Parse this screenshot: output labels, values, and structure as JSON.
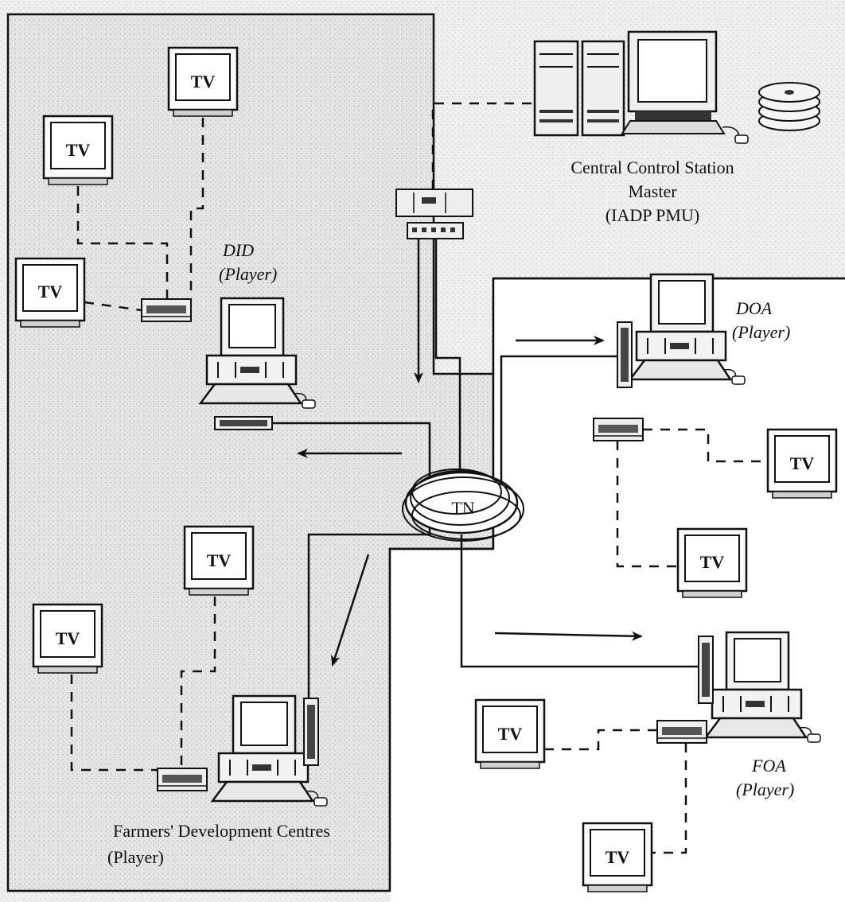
{
  "labels": {
    "central_line1": "Central Control Station",
    "central_line2": "Master",
    "central_line3": "(IADP PMU)",
    "did_name": "DID",
    "did_role": "(Player)",
    "doa_name": "DOA",
    "doa_role": "(Player)",
    "foa_name": "FOA",
    "foa_role": "(Player)",
    "fdc_name": "Farmers' Development Centres",
    "fdc_role": "(Player)",
    "network": "TN"
  },
  "tv_label": "TV",
  "colors": {
    "region_fill": "#dcdcdc",
    "line": "#111111",
    "device_fill": "#f4f4f4",
    "background": "#ffffff"
  }
}
